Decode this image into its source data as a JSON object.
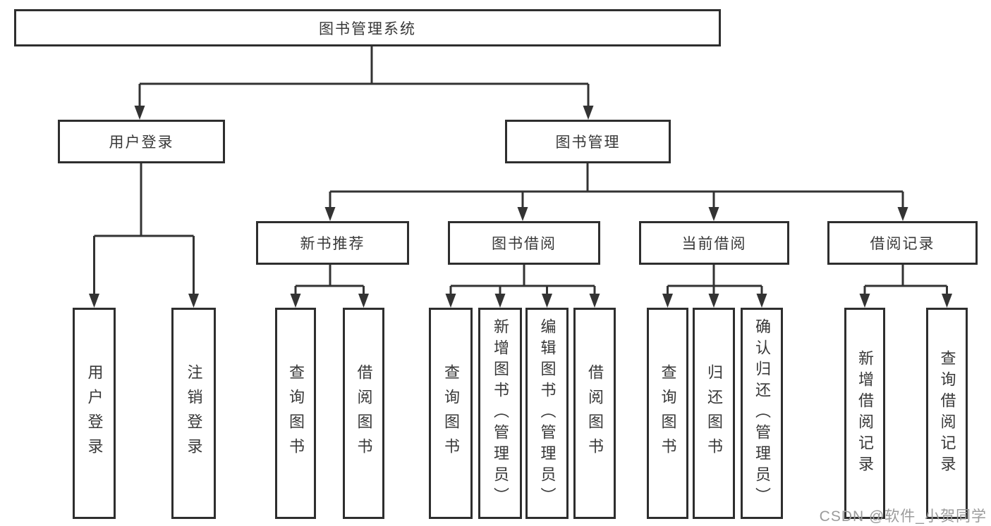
{
  "tree": {
    "root": {
      "label": "图书管理系统"
    },
    "branches": [
      {
        "label": "用户登录",
        "children": [
          {
            "label": "用户登录"
          },
          {
            "label": "注销登录"
          }
        ]
      },
      {
        "label": "图书管理",
        "children": [
          {
            "label": "新书推荐",
            "children": [
              {
                "label": "查询图书"
              },
              {
                "label": "借阅图书"
              }
            ]
          },
          {
            "label": "图书借阅",
            "children": [
              {
                "label": "查询图书"
              },
              {
                "label": "新增图书（管理员）"
              },
              {
                "label": "编辑图书（管理员）"
              },
              {
                "label": "借阅图书"
              }
            ]
          },
          {
            "label": "当前借阅",
            "children": [
              {
                "label": "查询图书"
              },
              {
                "label": "归还图书"
              },
              {
                "label": "确认归还（管理员）"
              }
            ]
          },
          {
            "label": "借阅记录",
            "children": [
              {
                "label": "新增借阅记录"
              },
              {
                "label": "查询借阅记录"
              }
            ]
          }
        ]
      }
    ]
  },
  "watermark": {
    "text": "CSDN @软件_小贺同学",
    "color": "#9b9b9b"
  },
  "colors": {
    "line": "#333333",
    "border": "#2e2e2e",
    "text": "#383838",
    "background": "#ffffff"
  }
}
